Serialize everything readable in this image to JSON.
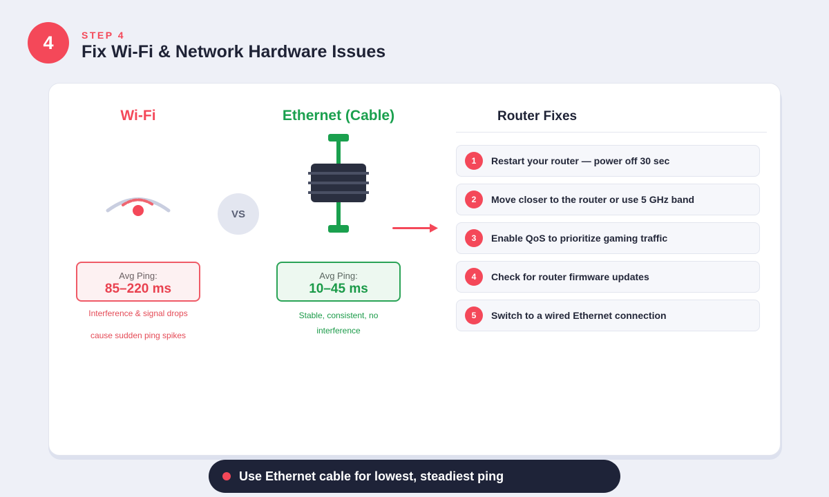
{
  "header": {
    "step_number": "4",
    "step_label": "STEP 4",
    "title": "Fix Wi-Fi & Network Hardware Issues"
  },
  "comparison": {
    "wifi": {
      "title": "Wi-Fi",
      "ping_label": "Avg Ping:",
      "ping_value": "85–220 ms",
      "note_line1": "Interference & signal drops",
      "note_line2": "cause sudden ping spikes"
    },
    "vs_label": "VS",
    "ethernet": {
      "title": "Ethernet (Cable)",
      "ping_label": "Avg Ping:",
      "ping_value": "10–45 ms",
      "note": "Stable, consistent, no interference"
    }
  },
  "router": {
    "title": "Router Fixes",
    "items": [
      {
        "num": "1",
        "text": "Restart your router — power off 30 sec"
      },
      {
        "num": "2",
        "text": "Move closer to the router or use 5 GHz band"
      },
      {
        "num": "3",
        "text": "Enable QoS to prioritize gaming traffic"
      },
      {
        "num": "4",
        "text": "Check for router firmware updates"
      },
      {
        "num": "5",
        "text": "Switch to a wired Ethernet connection"
      }
    ]
  },
  "footer": {
    "tip": "Use Ethernet cable for lowest, steadiest ping"
  },
  "colors": {
    "accent_red": "#f44859",
    "accent_green": "#1aa04e",
    "dark_navy": "#1e2338",
    "background": "#eef0f7"
  },
  "icons": {
    "wifi": "wifi-icon",
    "ethernet": "ethernet-cable-icon",
    "arrow": "arrow-right-icon"
  }
}
